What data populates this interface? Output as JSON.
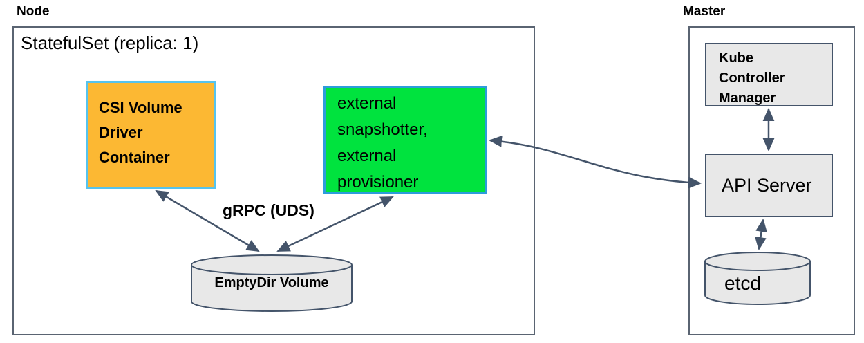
{
  "colors": {
    "background": "#FFFFFF",
    "text": "#000000",
    "outline": "#5A6472",
    "arrow": "#44546A",
    "orange_fill": "#FCB833",
    "orange_border": "#56C3EE",
    "green_fill": "#00E33E",
    "green_border": "#2D9CDB",
    "gray_fill": "#E8E8E8"
  },
  "node": {
    "title": "Node",
    "statefulset": "StatefulSet (replica: 1)",
    "csi_container": "CSI Volume\nDriver\nContainer",
    "sidecars": "external\nsnapshotter,\nexternal\nprovisioner",
    "grpc": "gRPC (UDS)",
    "emptydir": "EmptyDir Volume"
  },
  "master": {
    "title": "Master",
    "kube_controller_manager": "Kube\nController\nManager",
    "api_server": "API Server",
    "etcd": "etcd"
  },
  "connections": [
    {
      "from": "CSI Volume Driver Container",
      "to": "EmptyDir Volume",
      "label": "gRPC (UDS)",
      "bidirectional": true
    },
    {
      "from": "external snapshotter, external provisioner",
      "to": "EmptyDir Volume",
      "label": "gRPC (UDS)",
      "bidirectional": true
    },
    {
      "from": "external snapshotter, external provisioner",
      "to": "API Server",
      "bidirectional": true
    },
    {
      "from": "Kube Controller Manager",
      "to": "API Server",
      "bidirectional": true
    },
    {
      "from": "API Server",
      "to": "etcd",
      "bidirectional": true
    }
  ]
}
